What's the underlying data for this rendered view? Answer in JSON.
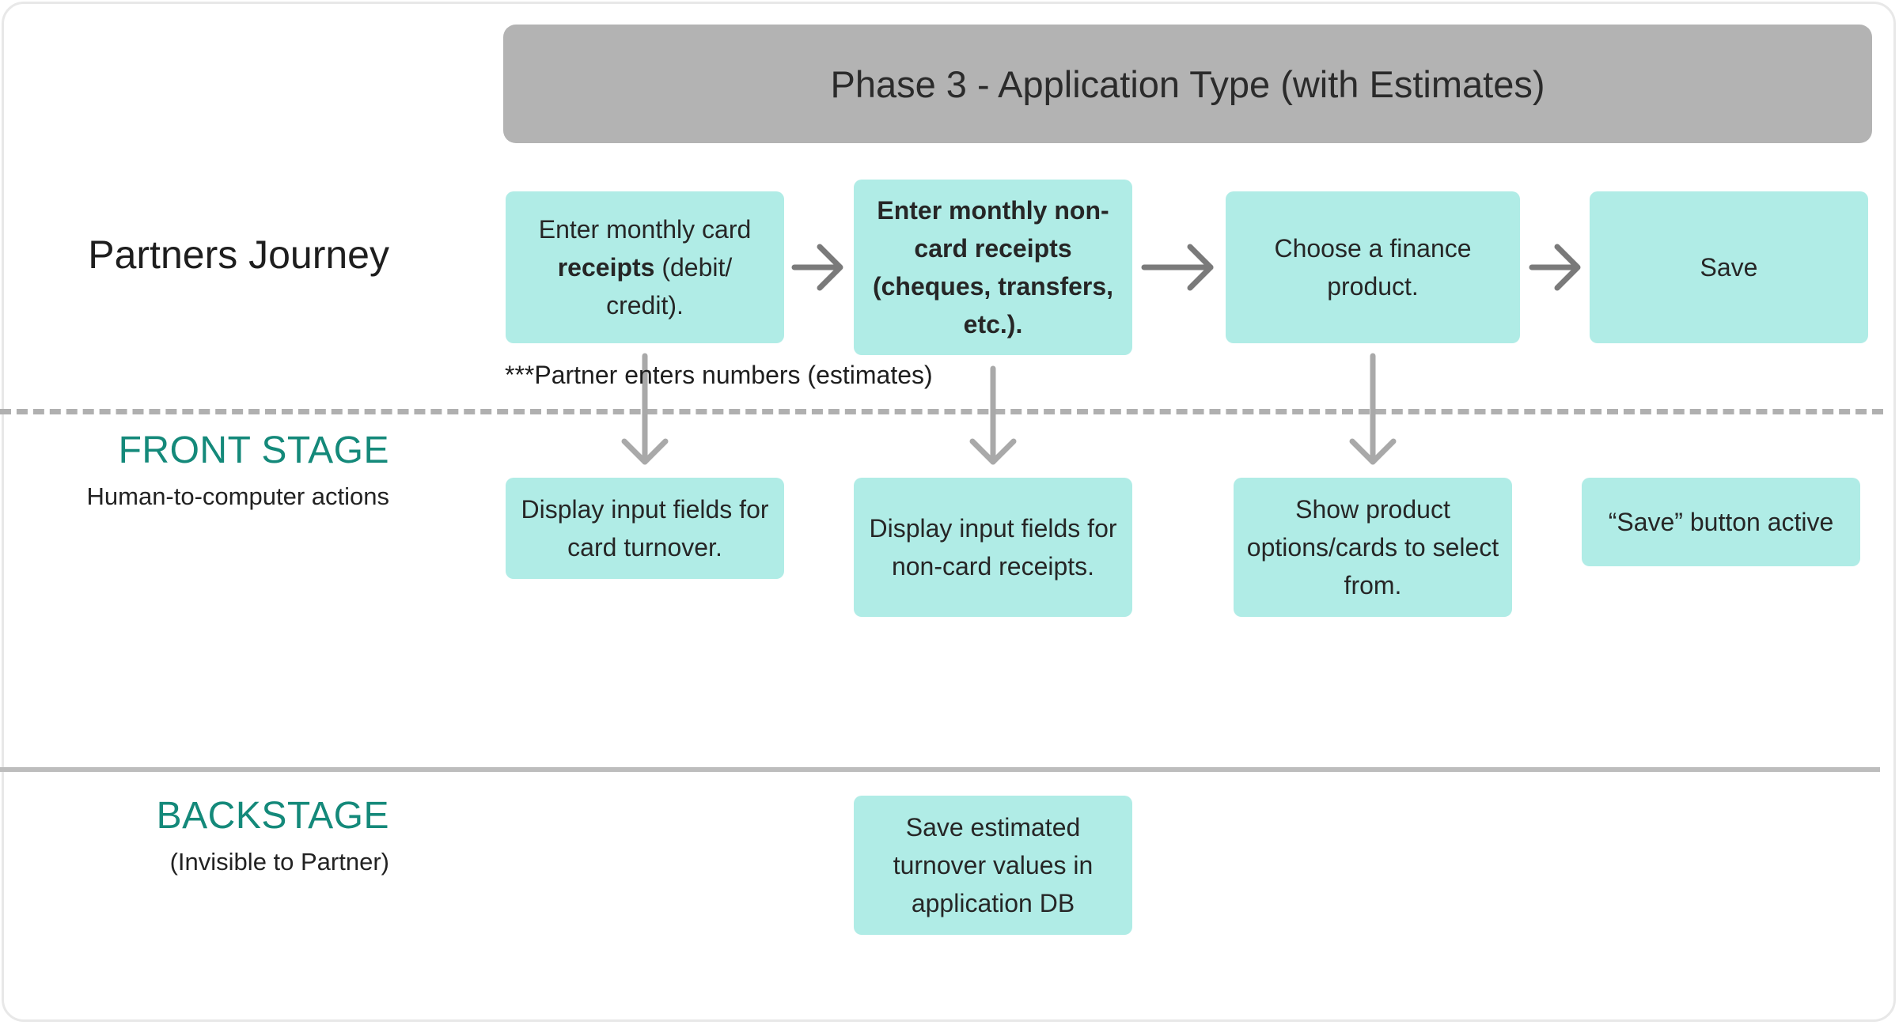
{
  "phase_title": "Phase 3 - Application Type (with Estimates)",
  "lanes": {
    "journey": {
      "title": "Partners Journey"
    },
    "front": {
      "title": "FRONT STAGE",
      "subtitle": "Human-to-computer actions"
    },
    "back": {
      "title": "BACKSTAGE",
      "subtitle": "(Invisible to Partner)"
    }
  },
  "journey_steps": [
    {
      "pre": "Enter monthly card ",
      "bold": "receipts",
      "post": " (debit/ credit)."
    },
    {
      "bold_text": "Enter monthly non-card receipts (cheques, transfers, etc.)."
    },
    {
      "text": "Choose a finance product."
    },
    {
      "text": "Save"
    }
  ],
  "note": "***Partner enters numbers (estimates)",
  "front_steps": [
    "Display input fields for card turnover.",
    "Display input fields for non-card receipts.",
    "Show product options/cards to select from.",
    "“Save” button active"
  ],
  "back_steps": [
    "Save estimated turnover values in application DB"
  ],
  "colors": {
    "card": "#b0ece6",
    "phase_bar": "#b3b3b3",
    "lane_accent": "#14897a",
    "arrow": "#7a7a7a",
    "arrow_down": "#a9a9a9"
  }
}
